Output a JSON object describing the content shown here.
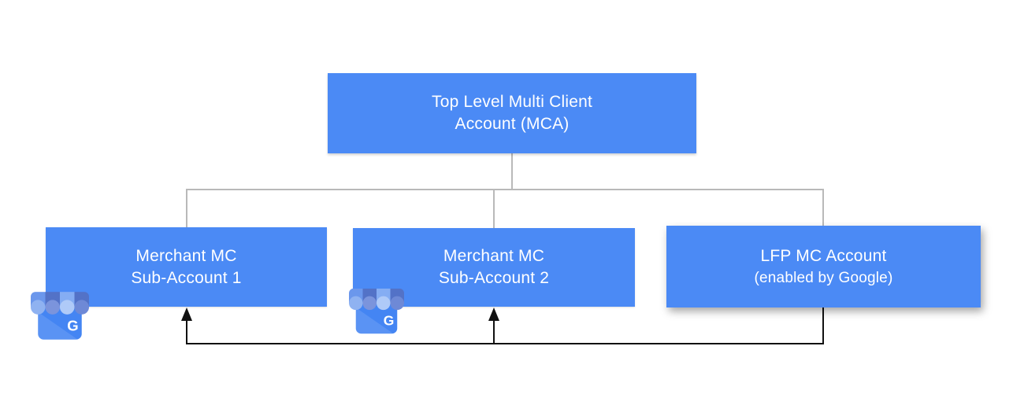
{
  "diagram": {
    "root": {
      "line1": "Top Level Multi Client",
      "line2": "Account (MCA)"
    },
    "children": [
      {
        "line1": "Merchant MC",
        "line2": "Sub-Account 1",
        "has_business_icon": true
      },
      {
        "line1": "Merchant MC",
        "line2": "Sub-Account 2",
        "has_business_icon": true
      },
      {
        "line1": "LFP MC Account",
        "line2": "(enabled by Google)",
        "has_business_icon": false
      }
    ],
    "icon": {
      "name": "google-business-profile",
      "letter": "G"
    },
    "colors": {
      "node_fill": "#4b8af5",
      "node_text": "#ffffff",
      "hierarchy_line": "#b9b9b9",
      "feedback_arrow": "#111111",
      "icon_body": "#4485f3",
      "icon_awning_dark": "#5372c7",
      "icon_awning_medium": "#6b97ec",
      "icon_awning_light": "#85adf3"
    }
  }
}
